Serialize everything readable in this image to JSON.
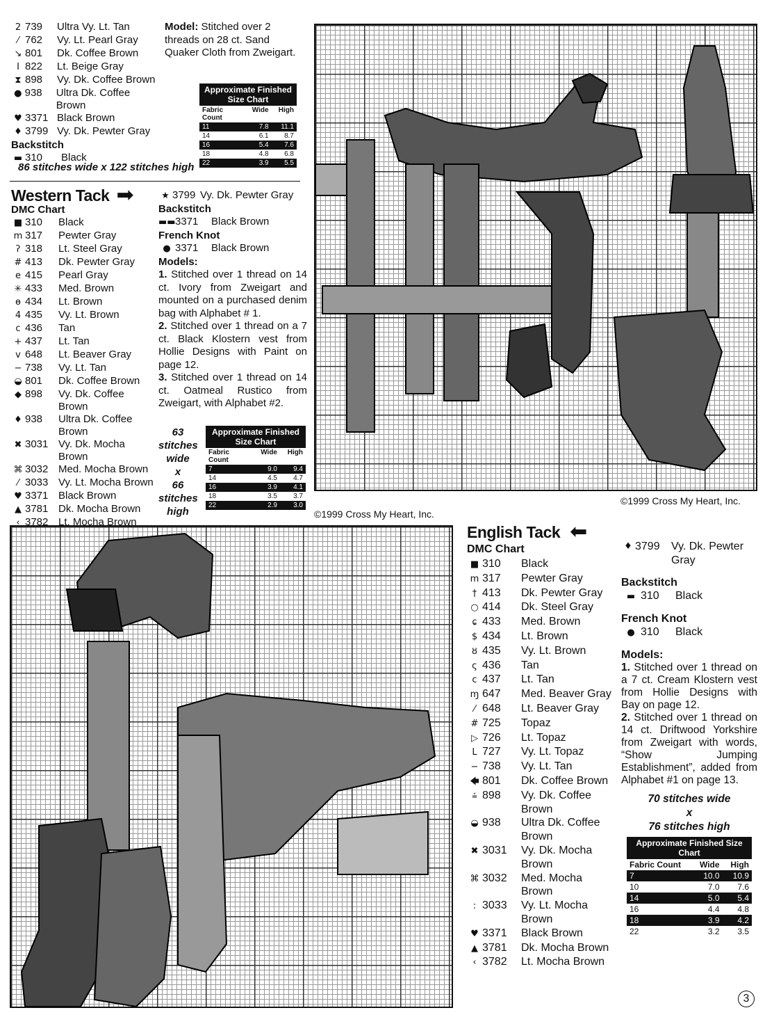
{
  "top_key": {
    "items": [
      {
        "sym": "2",
        "num": "739",
        "name": "Ultra Vy. Lt. Tan"
      },
      {
        "sym": "⁄",
        "num": "762",
        "name": "Vy. Lt. Pearl Gray"
      },
      {
        "sym": "↘",
        "num": "801",
        "name": "Dk. Coffee Brown"
      },
      {
        "sym": "I",
        "num": "822",
        "name": "Lt. Beige Gray"
      },
      {
        "sym": "⧗",
        "num": "898",
        "name": "Vy. Dk. Coffee Brown"
      },
      {
        "sym": "●",
        "num": "938",
        "name": "Ultra Dk. Coffee Brown"
      },
      {
        "sym": "♥",
        "num": "3371",
        "name": "Black Brown"
      },
      {
        "sym": "♦",
        "num": "3799",
        "name": "Vy. Dk. Pewter Gray"
      }
    ],
    "backstitch_label": "Backstitch",
    "backstitch": {
      "sym": "▬",
      "num": "310",
      "name": "Black"
    },
    "stitches": "86 stitches wide x 122 stitches high",
    "model_label": "Model:",
    "model_text": "Stitched over 2 threads on 28 ct. Sand Quaker Cloth from Zweigart.",
    "size_chart": {
      "title": "Approximate Finished Size Chart",
      "headers": [
        "Fabric Count",
        "Wide",
        "High"
      ],
      "rows": [
        [
          "11",
          "7.8",
          "11.1"
        ],
        [
          "14",
          "6.1",
          "8.7"
        ],
        [
          "16",
          "5.4",
          "7.6"
        ],
        [
          "18",
          "4.8",
          "6.8"
        ],
        [
          "22",
          "3.9",
          "5.5"
        ]
      ]
    }
  },
  "western": {
    "title": "Western Tack",
    "subtitle": "DMC Chart",
    "items": [
      {
        "sym": "■",
        "num": "310",
        "name": "Black"
      },
      {
        "sym": "m",
        "num": "317",
        "name": "Pewter Gray"
      },
      {
        "sym": "ʔ",
        "num": "318",
        "name": "Lt. Steel Gray"
      },
      {
        "sym": "#",
        "num": "413",
        "name": "Dk. Pewter Gray"
      },
      {
        "sym": "e",
        "num": "415",
        "name": "Pearl Gray"
      },
      {
        "sym": "✳",
        "num": "433",
        "name": "Med. Brown"
      },
      {
        "sym": "ɵ",
        "num": "434",
        "name": "Lt. Brown"
      },
      {
        "sym": "4",
        "num": "435",
        "name": "Vy. Lt. Brown"
      },
      {
        "sym": "c",
        "num": "436",
        "name": "Tan"
      },
      {
        "sym": "+",
        "num": "437",
        "name": "Lt. Tan"
      },
      {
        "sym": "v",
        "num": "648",
        "name": "Lt. Beaver Gray"
      },
      {
        "sym": "−",
        "num": "738",
        "name": "Vy. Lt. Tan"
      },
      {
        "sym": "◒",
        "num": "801",
        "name": "Dk. Coffee Brown"
      },
      {
        "sym": "◆",
        "num": "898",
        "name": "Vy. Dk. Coffee Brown"
      },
      {
        "sym": "♦",
        "num": "938",
        "name": "Ultra Dk. Coffee Brown"
      },
      {
        "sym": "✖",
        "num": "3031",
        "name": "Vy. Dk. Mocha Brown"
      },
      {
        "sym": "⌘",
        "num": "3032",
        "name": "Med. Mocha Brown"
      },
      {
        "sym": "⁄",
        "num": "3033",
        "name": "Vy. Lt. Mocha Brown"
      },
      {
        "sym": "♥",
        "num": "3371",
        "name": "Black Brown"
      },
      {
        "sym": "▲",
        "num": "3781",
        "name": "Dk. Mocha Brown"
      },
      {
        "sym": "‹",
        "num": "3782",
        "name": "Lt. Mocha Brown"
      }
    ],
    "extra": {
      "sym": "★",
      "num": "3799",
      "name": "Vy. Dk. Pewter Gray"
    },
    "backstitch_label": "Backstitch",
    "backstitch": {
      "sym": "▬▬",
      "num": "3371",
      "name": "Black Brown"
    },
    "frenchknot_label": "French Knot",
    "frenchknot": {
      "sym": "●",
      "num": "3371",
      "name": "Black Brown"
    },
    "models_label": "Models:",
    "models": [
      {
        "n": "1.",
        "text": "Stitched over 1 thread on 14 ct. Ivory from Zweigart and mounted on a purchased denim bag with Alphabet # 1."
      },
      {
        "n": "2.",
        "text": "Stitched over 1 thread on a 7 ct. Black Klostern vest from Hollie Designs with Paint on page 12."
      },
      {
        "n": "3.",
        "text": "Stitched over 1 thread on 14 ct. Oatmeal Rustico from Zweigart, with Alphabet #2."
      }
    ],
    "stitches": [
      "63",
      "stitches",
      "wide",
      "x",
      "66",
      "stitches",
      "high"
    ],
    "size_chart": {
      "title": "Approximate Finished Size Chart",
      "headers": [
        "Fabric Count",
        "Wide",
        "High"
      ],
      "rows": [
        [
          "7",
          "9.0",
          "9.4"
        ],
        [
          "14",
          "4.5",
          "4.7"
        ],
        [
          "16",
          "3.9",
          "4.1"
        ],
        [
          "18",
          "3.5",
          "3.7"
        ],
        [
          "22",
          "2.9",
          "3.0"
        ]
      ]
    },
    "copyright": "©1999 Cross My Heart, Inc."
  },
  "top_chart_copyright": "©1999 Cross My Heart, Inc.",
  "english": {
    "title": "English Tack",
    "subtitle": "DMC Chart",
    "items": [
      {
        "sym": "■",
        "num": "310",
        "name": "Black"
      },
      {
        "sym": "m",
        "num": "317",
        "name": "Pewter Gray"
      },
      {
        "sym": "†",
        "num": "413",
        "name": "Dk. Pewter Gray"
      },
      {
        "sym": "○",
        "num": "414",
        "name": "Dk. Steel Gray"
      },
      {
        "sym": "ɕ",
        "num": "433",
        "name": "Med. Brown"
      },
      {
        "sym": "$",
        "num": "434",
        "name": "Lt. Brown"
      },
      {
        "sym": "ȣ",
        "num": "435",
        "name": "Vy. Lt. Brown"
      },
      {
        "sym": "ς",
        "num": "436",
        "name": "Tan"
      },
      {
        "sym": "c",
        "num": "437",
        "name": "Lt. Tan"
      },
      {
        "sym": "ɱ",
        "num": "647",
        "name": "Med. Beaver Gray"
      },
      {
        "sym": "⁄",
        "num": "648",
        "name": "Lt. Beaver Gray"
      },
      {
        "sym": "#",
        "num": "725",
        "name": "Topaz"
      },
      {
        "sym": "▷",
        "num": "726",
        "name": "Lt. Topaz"
      },
      {
        "sym": "L",
        "num": "727",
        "name": "Vy. Lt. Topaz"
      },
      {
        "sym": "−",
        "num": "738",
        "name": "Vy. Lt. Tan"
      },
      {
        "sym": "🡄",
        "num": "801",
        "name": "Dk. Coffee Brown"
      },
      {
        "sym": "⩮",
        "num": "898",
        "name": "Vy. Dk. Coffee Brown"
      },
      {
        "sym": "◒",
        "num": "938",
        "name": "Ultra Dk. Coffee Brown"
      },
      {
        "sym": "✖",
        "num": "3031",
        "name": "Vy. Dk. Mocha Brown"
      },
      {
        "sym": "⌘",
        "num": "3032",
        "name": "Med. Mocha Brown"
      },
      {
        "sym": ":",
        "num": "3033",
        "name": "Vy. Lt. Mocha Brown"
      },
      {
        "sym": "♥",
        "num": "3371",
        "name": "Black Brown"
      },
      {
        "sym": "▲",
        "num": "3781",
        "name": "Dk. Mocha Brown"
      },
      {
        "sym": "‹",
        "num": "3782",
        "name": "Lt. Mocha Brown"
      }
    ],
    "extra": {
      "sym": "♦",
      "num": "3799",
      "name": "Vy. Dk. Pewter Gray"
    },
    "backstitch_label": "Backstitch",
    "backstitch": {
      "sym": "▬",
      "num": "310",
      "name": "Black"
    },
    "frenchknot_label": "French Knot",
    "frenchknot": {
      "sym": "●",
      "num": "310",
      "name": "Black"
    },
    "models_label": "Models:",
    "models": [
      {
        "n": "1.",
        "text": "Stitched over 1 thread on a 7 ct. Cream Klostern vest from Hollie Designs with Bay on page 12."
      },
      {
        "n": "2.",
        "text": "Stitched over 1 thread on 14 ct. Driftwood Yorkshire from Zweigart with words, “Show Jumping Establishment”, added from Alphabet #1 on page 13."
      }
    ],
    "stitches_1": "70 stitches wide",
    "stitches_2": "x",
    "stitches_3": "76 stitches high",
    "size_chart": {
      "title": "Approximate Finished Size Chart",
      "headers": [
        "Fabric Count",
        "Wide",
        "High"
      ],
      "rows": [
        [
          "7",
          "10.0",
          "10.9"
        ],
        [
          "10",
          "7.0",
          "7.6"
        ],
        [
          "14",
          "5.0",
          "5.4"
        ],
        [
          "16",
          "4.4",
          "4.8"
        ],
        [
          "18",
          "3.9",
          "4.2"
        ],
        [
          "22",
          "3.2",
          "3.5"
        ]
      ]
    }
  },
  "page_number": "3"
}
